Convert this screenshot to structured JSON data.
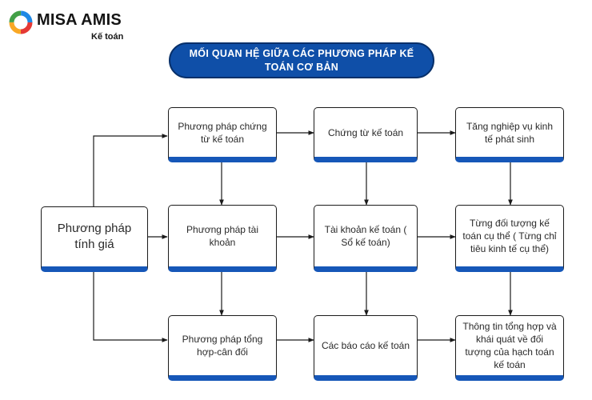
{
  "logo": {
    "brand": "MISA AMIS",
    "sub": "Kế toán"
  },
  "title": "MỐI QUAN HỆ GIỮA CÁC PHƯƠNG PHÁP KẾ TOÁN CƠ BẢN",
  "nodes": {
    "pp_tinh_gia": "Phương pháp tính giá",
    "pp_chung_tu": "Phương pháp chứng từ kế toán",
    "chung_tu": "Chứng từ kế toán",
    "nghiep_vu": "Tăng nghiệp vụ kinh tế phát sinh",
    "pp_tai_khoan": "Phương pháp tài khoản",
    "tai_khoan": "Tài khoản kế toán ( Sổ kế toán)",
    "doi_tuong": "Từng đối tượng kế toán cụ thể ( Từng chỉ tiêu kinh tế cụ thể)",
    "pp_tong_hop": "Phương pháp tổng hợp-cân đối",
    "bao_cao": "Các báo cáo kế toán",
    "thong_tin": "Thông tin tổng hợp và khái quát về đối tượng của hạch toán kế toán"
  },
  "colors": {
    "accent": "#1657b8",
    "title_bg": "#0f4fa8"
  }
}
